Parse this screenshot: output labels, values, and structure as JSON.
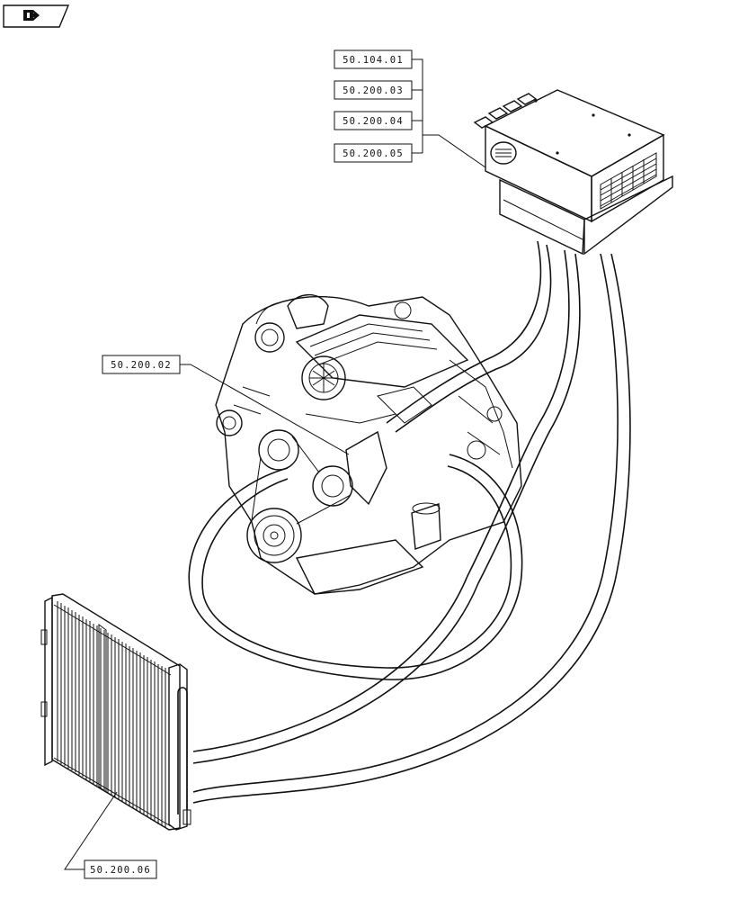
{
  "header": {
    "nav_icon": "forward-arrow-icon"
  },
  "references": {
    "ref_1": "50.104.01",
    "ref_2": "50.200.03",
    "ref_3": "50.200.04",
    "ref_4": "50.200.05",
    "ref_5": "50.200.02",
    "ref_6": "50.200.06"
  },
  "components": {
    "hvac_unit": "hvac-unit-illustration",
    "engine": "engine-illustration",
    "condenser": "condenser-illustration",
    "hoses": "refrigerant-hoses-illustration"
  }
}
